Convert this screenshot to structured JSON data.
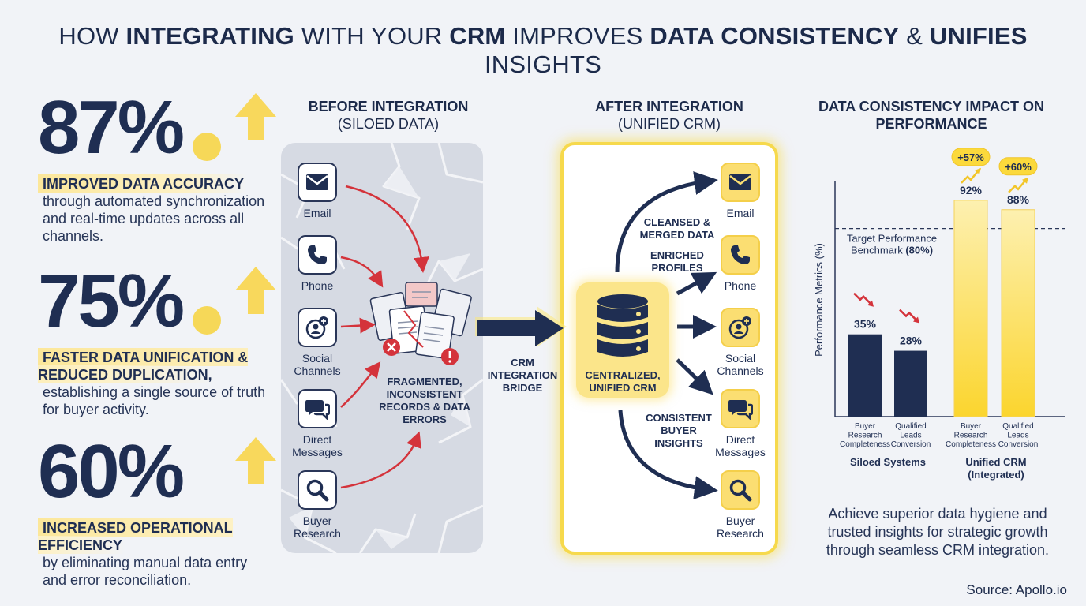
{
  "title": {
    "parts": [
      {
        "text": "HOW ",
        "bold": false
      },
      {
        "text": "INTEGRATING",
        "bold": true
      },
      {
        "text": " WITH YOUR ",
        "bold": false
      },
      {
        "text": "CRM",
        "bold": true
      },
      {
        "text": " IMPROVES ",
        "bold": false
      },
      {
        "text": "DATA CONSISTENCY",
        "bold": true
      },
      {
        "text": " & ",
        "bold": false
      },
      {
        "text": "UNIFIES",
        "bold": true
      },
      {
        "text": " INSIGHTS",
        "bold": false
      }
    ]
  },
  "stats": [
    {
      "number": "87",
      "percent": "%",
      "heading": "IMPROVED DATA ACCURACY",
      "text": "through automated synchronization and real-time updates across all channels."
    },
    {
      "number": "75",
      "percent": "%",
      "heading": "FASTER DATA UNIFICATION & REDUCED DUPLICATION,",
      "text": "establishing a single source of truth for buyer activity."
    },
    {
      "number": "60",
      "percent": "%",
      "heading": "INCREASED OPERATIONAL EFFICIENCY",
      "text": "by eliminating manual data entry and error reconciliation."
    }
  ],
  "before": {
    "heading": "BEFORE INTEGRATION",
    "subheading": "(SILOED DATA)",
    "sources": [
      {
        "label": "Email",
        "icon": "envelope-icon"
      },
      {
        "label": "Phone",
        "icon": "phone-icon"
      },
      {
        "label": "Social\nChannels",
        "icon": "social-icon"
      },
      {
        "label": "Direct\nMessages",
        "icon": "chat-bubbles-icon"
      },
      {
        "label": "Buyer\nResearch",
        "icon": "magnifier-icon"
      }
    ],
    "caption": "FRAGMENTED, INCONSISTENT RECORDS & DATA ERRORS"
  },
  "bridge": {
    "label": "CRM INTEGRATION BRIDGE"
  },
  "after": {
    "heading": "AFTER INTEGRATION",
    "subheading": "(UNIFIED CRM)",
    "center_label": "CENTRALIZED, UNIFIED CRM",
    "flow_labels": [
      "CLEANSED & MERGED DATA",
      "ENRICHED PROFILES",
      "CONSISTENT BUYER INSIGHTS"
    ],
    "targets": [
      {
        "label": "Email",
        "icon": "envelope-icon"
      },
      {
        "label": "Phone",
        "icon": "phone-icon"
      },
      {
        "label": "Social\nChannels",
        "icon": "social-icon"
      },
      {
        "label": "Direct\nMessages",
        "icon": "chat-bubbles-icon"
      },
      {
        "label": "Buyer\nResearch",
        "icon": "magnifier-icon"
      }
    ]
  },
  "chart_data": {
    "type": "bar",
    "title": "DATA CONSISTENCY IMPACT ON PERFORMANCE",
    "ylabel": "Performance Metrics (%)",
    "ylim": [
      0,
      100
    ],
    "benchmark": {
      "value": 80,
      "label_line1": "Target Performance",
      "label_line2_prefix": "Benchmark ",
      "label_line2_bold": "(80%)"
    },
    "groups": [
      {
        "name": "Siloed Systems",
        "name_line2": "",
        "color": "#1f2e52"
      },
      {
        "name": "Unified CRM",
        "name_line2": "(Integrated)",
        "color": "#fbd93c"
      }
    ],
    "bars": [
      {
        "category": "Buyer\nResearch\nCompleteness",
        "value": 35,
        "label": "35%",
        "group": 0,
        "trend": "down",
        "delta": ""
      },
      {
        "category": "Qualified\nLeads\nConversion",
        "value": 28,
        "label": "28%",
        "group": 0,
        "trend": "down",
        "delta": ""
      },
      {
        "category": "Buyer\nResearch\nCompleteness",
        "value": 92,
        "label": "92%",
        "group": 1,
        "trend": "up",
        "delta": "+57%"
      },
      {
        "category": "Qualified\nLeads\nConversion",
        "value": 88,
        "label": "88%",
        "group": 1,
        "trend": "up",
        "delta": "+60%"
      }
    ]
  },
  "closing": "Achieve superior data hygiene and trusted insights for strategic growth through seamless CRM integration.",
  "source": "Source: Apollo.io",
  "colors": {
    "navy": "#1f2e52",
    "gold": "#fbd93c",
    "red": "#d4333b",
    "highlight": "#fce79a"
  }
}
